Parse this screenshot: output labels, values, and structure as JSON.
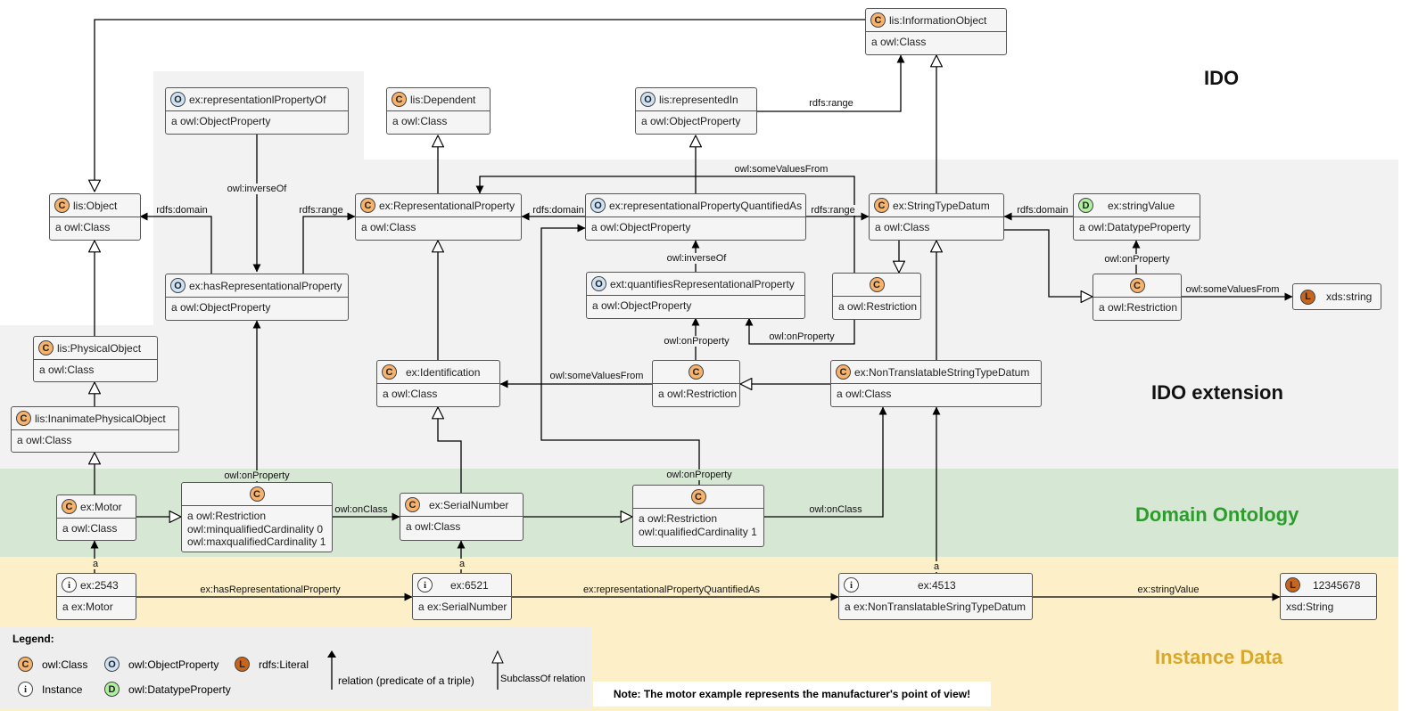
{
  "regions": {
    "ido": "IDO",
    "ido_extension": "IDO extension",
    "domain_ontology": "Domain Ontology",
    "instance_data": "Instance Data"
  },
  "colors": {
    "ido_extension_bg": "#f2f2f2",
    "domain_ontology_bg": "#d6e8d4",
    "instance_data_bg": "#fdefc8",
    "domain_ontology_text": "#2c9c2c",
    "instance_data_text": "#d9a72a",
    "class_badge": "#f7b26b",
    "object_property_badge": "#cfe3f7",
    "literal_badge": "#c8651b",
    "datatype_property_badge": "#aef0a0"
  },
  "nodes": {
    "information_object": {
      "icon": "C",
      "name": "lis:InformationObject",
      "type": "a owl:Class"
    },
    "representationl_property_of": {
      "icon": "O",
      "name": "ex:representationlPropertyOf",
      "type": "a owl:ObjectProperty"
    },
    "dependent": {
      "icon": "C",
      "name": "lis:Dependent",
      "type": "a owl:Class"
    },
    "represented_in": {
      "icon": "O",
      "name": "lis:representedIn",
      "type": "a owl:ObjectProperty"
    },
    "object": {
      "icon": "C",
      "name": "lis:Object",
      "type": "a owl:Class"
    },
    "representational_property": {
      "icon": "C",
      "name": "ex:RepresentationalProperty",
      "type": "a owl:Class"
    },
    "rep_prop_quantified_as": {
      "icon": "O",
      "name": "ex:representationalPropertyQuantifiedAs",
      "type": "a owl:ObjectProperty"
    },
    "string_type_datum": {
      "icon": "C",
      "name": "ex:StringTypeDatum",
      "type": "a owl:Class"
    },
    "string_value": {
      "icon": "D",
      "name": "ex:stringValue",
      "type": "a owl:DatatypeProperty"
    },
    "has_representational_property": {
      "icon": "O",
      "name": "ex:hasRepresentationalProperty",
      "type": "a owl:ObjectProperty"
    },
    "quantifies_rep_prop": {
      "icon": "O",
      "name": "ext:quantifiesRepresentationalProperty",
      "type": "a owl:ObjectProperty"
    },
    "restriction_std": {
      "icon": "C",
      "type": "a owl:Restriction"
    },
    "restriction_sv": {
      "icon": "C",
      "type": "a owl:Restriction"
    },
    "xsd_string": {
      "icon": "L",
      "name": "xds:string"
    },
    "physical_object": {
      "icon": "C",
      "name": "lis:PhysicalObject",
      "type": "a owl:Class"
    },
    "inanimate_physical_object": {
      "icon": "C",
      "name": "lis:InanimatePhysicalObject",
      "type": "a owl:Class"
    },
    "identification": {
      "icon": "C",
      "name": "ex:Identification",
      "type": "a owl:Class"
    },
    "restriction_id": {
      "icon": "C",
      "type": "a owl:Restriction"
    },
    "non_translatable_std": {
      "icon": "C",
      "name": "ex:NonTranslatableStringTypeDatum",
      "type": "a owl:Class"
    },
    "motor": {
      "icon": "C",
      "name": "ex:Motor",
      "type": "a owl:Class"
    },
    "restriction_motor": {
      "icon": "C",
      "lines": [
        "a owl:Restriction",
        "owl:minqualifiedCardinality 0",
        "owl:maxqualifiedCardinality 1"
      ]
    },
    "serial_number": {
      "icon": "C",
      "name": "ex:SerialNumber",
      "type": "a owl:Class"
    },
    "restriction_sn": {
      "icon": "C",
      "lines": [
        "a owl:Restriction",
        "owl:qualifiedCardinality 1"
      ]
    },
    "ex2543": {
      "icon": "i",
      "name": "ex:2543",
      "type": "a ex:Motor"
    },
    "ex6521": {
      "icon": "i",
      "name": "ex:6521",
      "type": "a ex:SerialNumber"
    },
    "ex4513": {
      "icon": "i",
      "name": "ex:4513",
      "type": "a ex:NonTranslatableSringTypeDatum"
    },
    "literal_12345678": {
      "icon": "L",
      "name": "12345678",
      "type": "xsd:String"
    }
  },
  "edges": {
    "rdfs_range_top": "rdfs:range",
    "rdfs_domain_obj": "rdfs:domain",
    "owl_inverse_of_1": "owl:inverseOf",
    "rdfs_range_rp": "rdfs:range",
    "rdfs_domain_rp": "rdfs:domain",
    "owl_some_values_from_top": "owl:someValuesFrom",
    "rdfs_range_std": "rdfs:range",
    "rdfs_domain_std": "rdfs:domain",
    "owl_inverse_of_2": "owl:inverseOf",
    "owl_on_property_sv": "owl:onProperty",
    "owl_some_values_from_xsd": "owl:someValuesFrom",
    "owl_on_property_std": "owl:onProperty",
    "owl_on_property_id": "owl:onProperty",
    "owl_some_values_from_id": "owl:someValuesFrom",
    "owl_on_property_motor": "owl:onProperty",
    "owl_on_class_1": "owl:onClass",
    "owl_on_property_sn": "owl:onProperty",
    "owl_on_class_2": "owl:onClass",
    "a_motor": "a",
    "a_sn": "a",
    "a_ntstd": "a",
    "has_rep_prop": "ex:hasRepresentationalProperty",
    "rep_prop_quant_as": "ex:representationalPropertyQuantifiedAs",
    "string_value_edge": "ex:stringValue"
  },
  "legend": {
    "title": "Legend:",
    "class": "owl:Class",
    "object_property": "owl:ObjectProperty",
    "literal": "rdfs:Literal",
    "instance": "Instance",
    "datatype_property": "owl:DatatypeProperty",
    "relation": "relation (predicate of a triple)",
    "subclass": "SubclassOf relation",
    "icons": {
      "class": "C",
      "object_property": "O",
      "literal": "L",
      "instance": "i",
      "datatype_property": "D"
    }
  },
  "note": "Note: The motor example represents the manufacturer's point of view!"
}
